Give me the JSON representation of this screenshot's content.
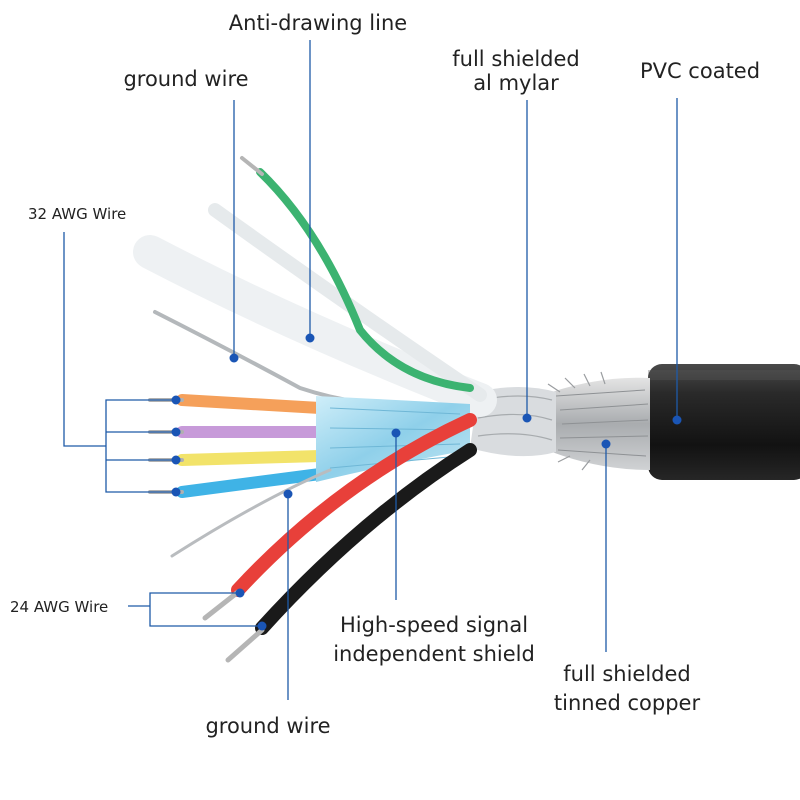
{
  "labels": {
    "anti_drawing": "Anti-drawing line",
    "ground_wire_top": "ground wire",
    "shield_mylar_1": "full shielded",
    "shield_mylar_2": "al mylar",
    "pvc": "PVC coated",
    "awg32": "32 AWG Wire",
    "awg24": "24 AWG Wire",
    "hs_1": "High-speed signal",
    "hs_2": "independent shield",
    "copper_1": "full shielded",
    "copper_2": "tinned copper",
    "ground_wire_bottom": "ground wire"
  },
  "colors": {
    "leader": "#1e5aa8",
    "dot": "#1a55b5",
    "jacket": "#1c1c1c",
    "green": "#3cb371",
    "orange": "#f5a05a",
    "violet": "#c79ad9",
    "yellow": "#f2e36a",
    "blue": "#3fb3e6",
    "red": "#e8403a",
    "black": "#1a1a1a",
    "foil": "#9fd8ec",
    "braid": "#b9bcbf"
  }
}
